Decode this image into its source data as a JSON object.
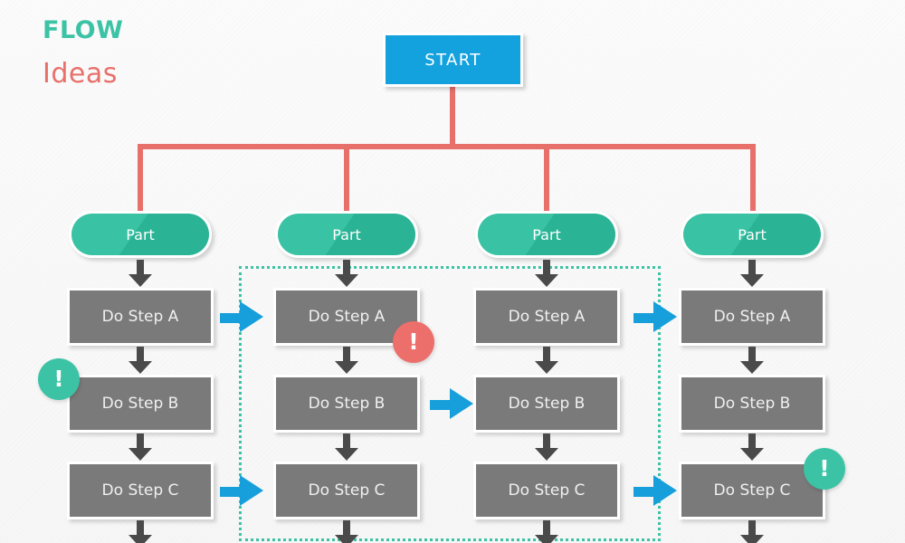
{
  "title": {
    "line1": "FLOW",
    "line2": "Ideas",
    "color1": "#3CC3A5",
    "color2": "#E8706B"
  },
  "colors": {
    "start_blue": "#14A2DE",
    "connector_red": "#E8706B",
    "part_teal": "#39C2A3",
    "step_gray": "#7A7A7A",
    "arrow_dark": "#4A4A4A",
    "arrow_blue": "#169FDB",
    "alert_red": "#EC6F6C",
    "alert_green": "#3CC3A5",
    "background": "#F7F7F7"
  },
  "start_node": {
    "label": "START"
  },
  "columns": [
    {
      "part_label": "Part",
      "steps": [
        "Do Step A",
        "Do Step B",
        "Do Step C"
      ]
    },
    {
      "part_label": "Part",
      "steps": [
        "Do Step A",
        "Do Step B",
        "Do Step C"
      ]
    },
    {
      "part_label": "Part",
      "steps": [
        "Do Step A",
        "Do Step B",
        "Do Step C"
      ]
    },
    {
      "part_label": "Part",
      "steps": [
        "Do Step A",
        "Do Step B",
        "Do Step C"
      ]
    }
  ],
  "badges": [
    {
      "id": "badge-green-left",
      "symbol": "!",
      "variant": "green"
    },
    {
      "id": "badge-red-col2",
      "symbol": "!",
      "variant": "red"
    },
    {
      "id": "badge-green-col4",
      "symbol": "!",
      "variant": "green"
    }
  ],
  "cross_arrows": [
    {
      "id": "arrow-col1-to-col2-row-a",
      "direction": "right"
    },
    {
      "id": "arrow-col2-to-col3-row-b",
      "direction": "right"
    },
    {
      "id": "arrow-col3-to-col4-row-a",
      "direction": "right"
    },
    {
      "id": "arrow-col1-to-col2-row-c",
      "direction": "right"
    },
    {
      "id": "arrow-col3-to-col4-row-c",
      "direction": "right"
    }
  ],
  "selection_region": {
    "label": "dotted-selection-region"
  }
}
